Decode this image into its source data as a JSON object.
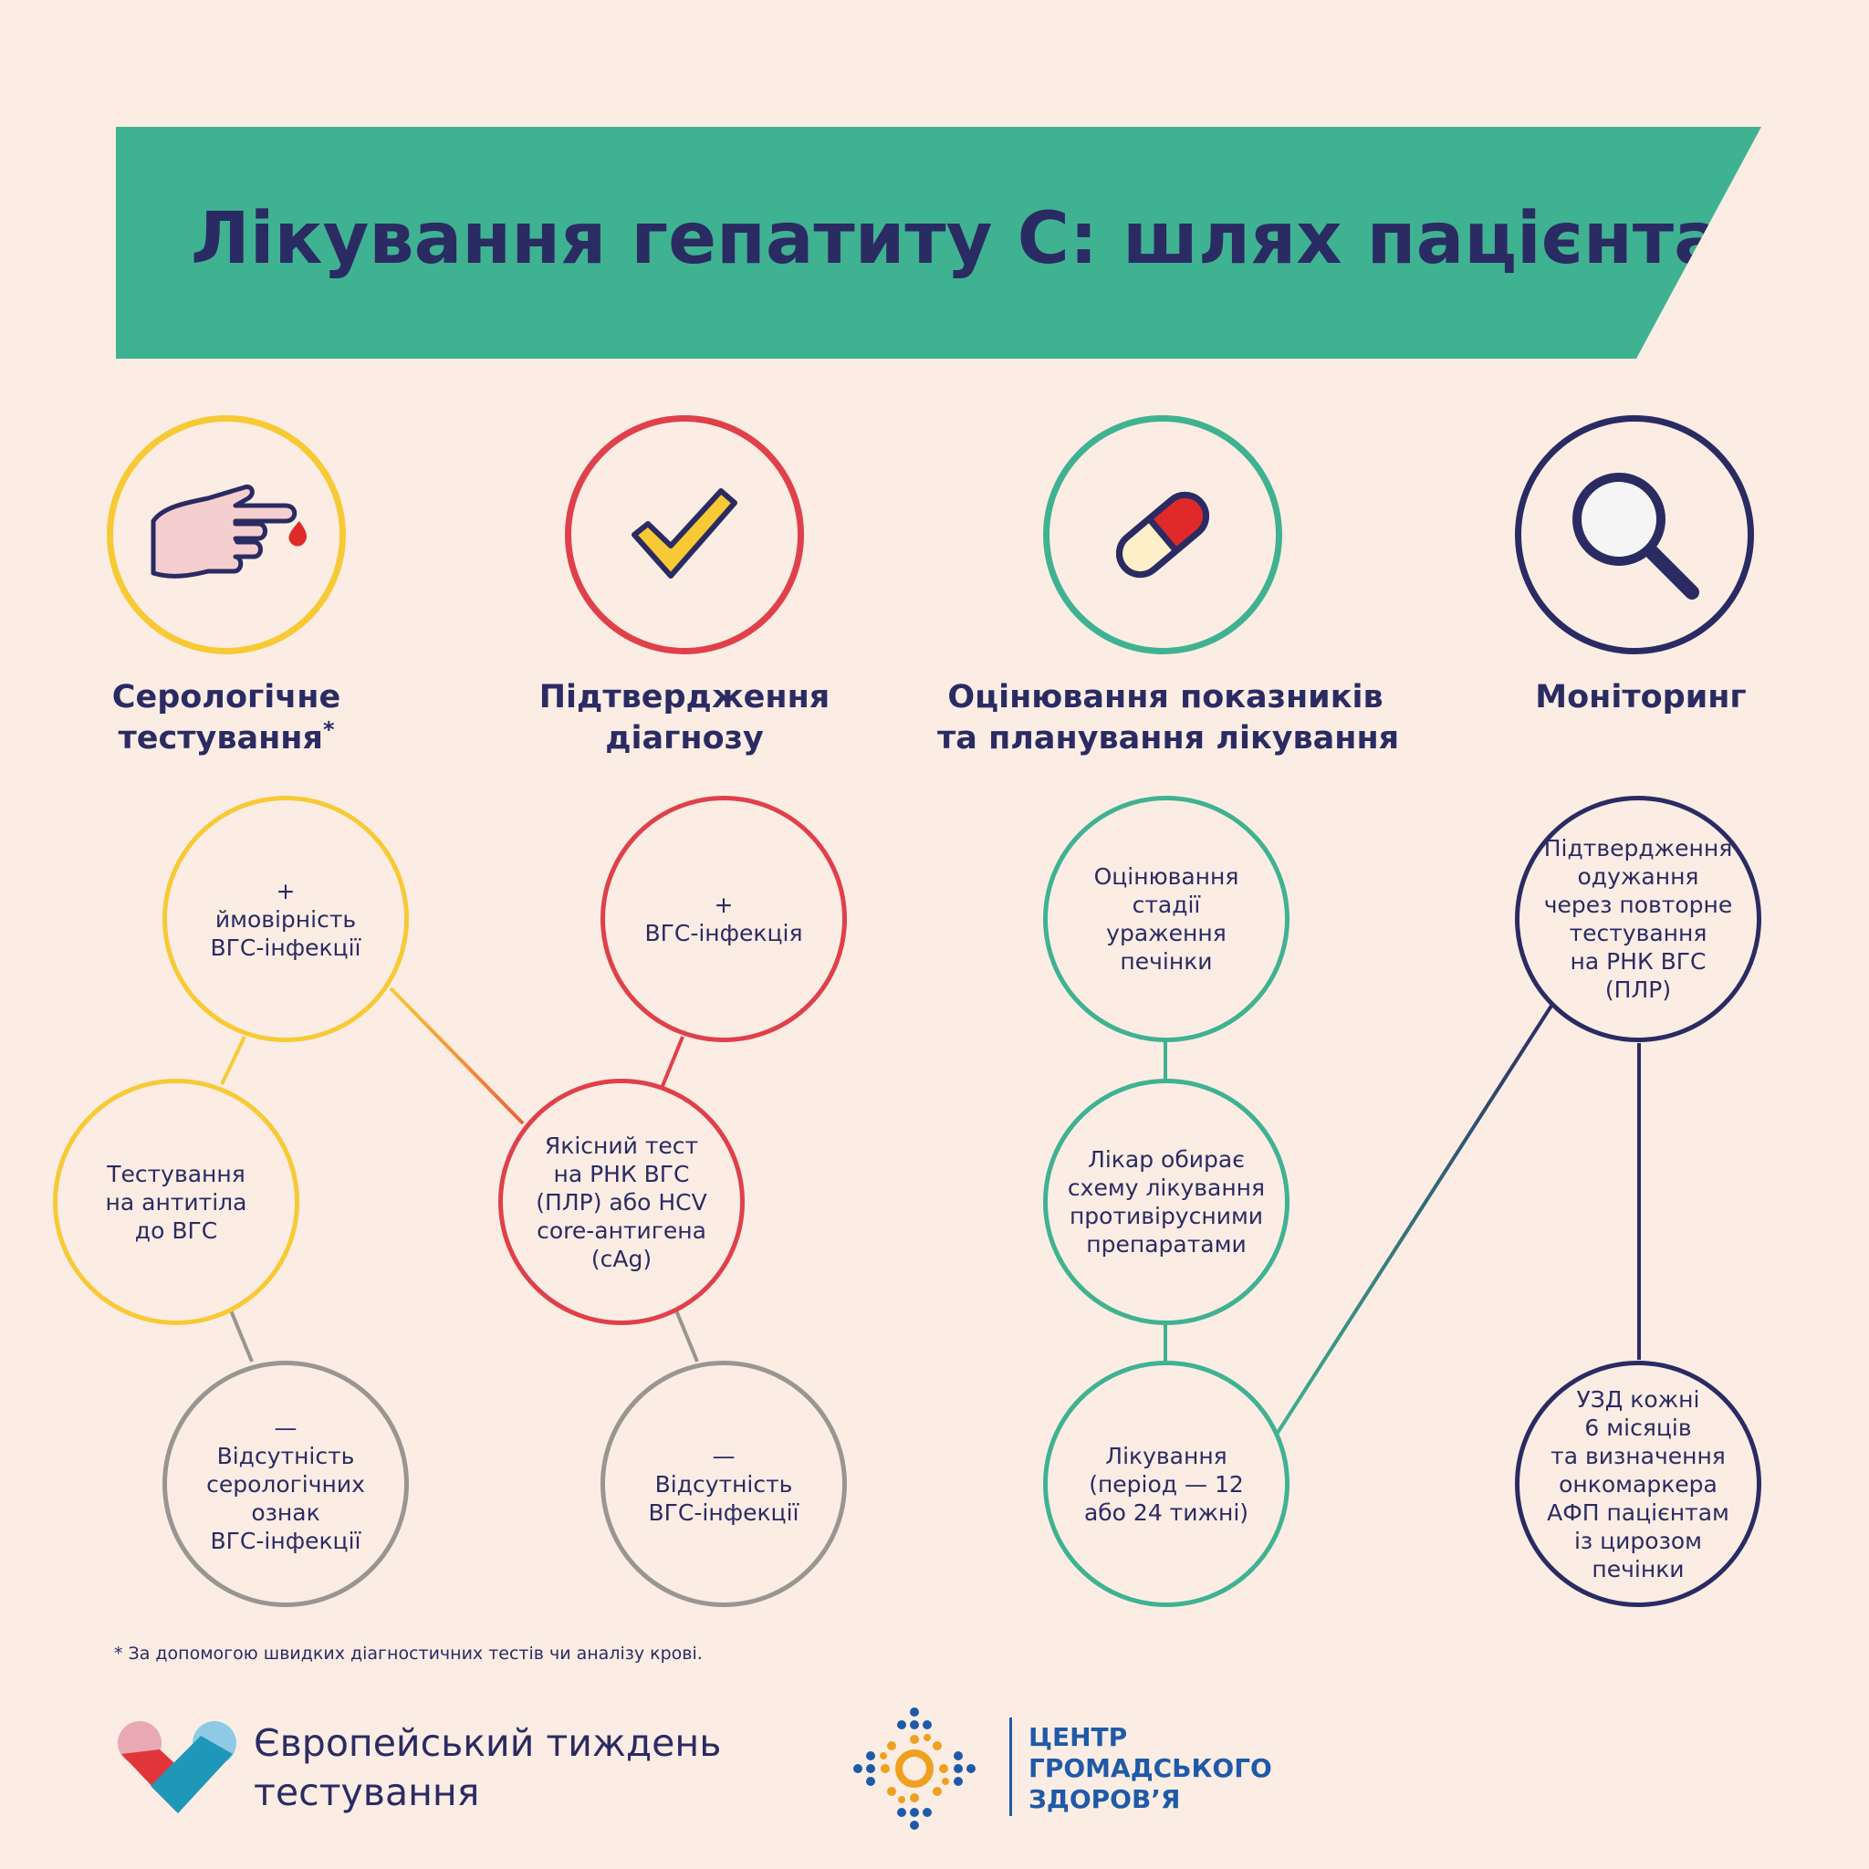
{
  "title": "Лікування гепатиту С: шлях пацієнта",
  "steps": [
    {
      "title_line1": "Серологічне",
      "title_line2": "тестування",
      "mark": "*",
      "icon": "finger-blood-drop-icon",
      "color": "#f7ca35"
    },
    {
      "title_line1": "Підтвердження",
      "title_line2": "діагнозу",
      "icon": "checkmark-icon",
      "color": "#e0404a"
    },
    {
      "title_line1": "Оцінювання показників",
      "title_line2": "та планування лікування",
      "icon": "pill-icon",
      "color": "#3fb292"
    },
    {
      "title_line1": "Моніторинг",
      "icon": "magnifier-icon",
      "color": "#2b2b63"
    }
  ],
  "nodes": {
    "sero_positive": "+\nймовірність\nВГС-інфекції",
    "sero_test": "Тестування\nна антитіла\nдо ВГС",
    "sero_negative": "—\nВідсутність\nсерологічних\nознак\nВГС-інфекції",
    "confirm_positive": "+\nВГС-інфекція",
    "confirm_test": "Якісний тест\nна РНК ВГС\n(ПЛР) або HCV\ncore-антигена\n(cAg)",
    "confirm_negative": "—\nВідсутність\nВГС-інфекції",
    "eval_stage": "Оцінювання\nстадії\nураження\nпечінки",
    "eval_doctor": "Лікар обирає\nсхему лікування\nпротивірусними\nпрепаратами",
    "eval_treatment": "Лікування\n(період — 12\nабо 24 тижні)",
    "monitor_cure": "Підтвердження\nодужання\nчерез повторне\nтестування\nна РНК ВГС\n(ПЛР)",
    "monitor_usd": "УЗД кожні\n6 місяців\nта визначення\nонкомаркера\nАФП пацієнтам\nіз цирозом\nпечінки"
  },
  "footnote": "* За допомогою швидких діагностичних тестів чи аналізу крові.",
  "footer": {
    "left_logo": "heart-logo-icon",
    "left_text": "Європейський тиждень\nтестування",
    "right_logo": "public-health-center-logo-icon",
    "right_text": "ЦЕНТР\nГРОМАДСЬКОГО\nЗДОРОВ’Я"
  },
  "colors": {
    "background": "#fbede4",
    "banner": "#3fb292",
    "text": "#2b2b63",
    "yellow": "#f7ca35",
    "red": "#e0404a",
    "green": "#3fb292",
    "navy": "#2b2b63",
    "grey": "#999590",
    "blue": "#1f5aa8",
    "orange": "#f0a020"
  }
}
